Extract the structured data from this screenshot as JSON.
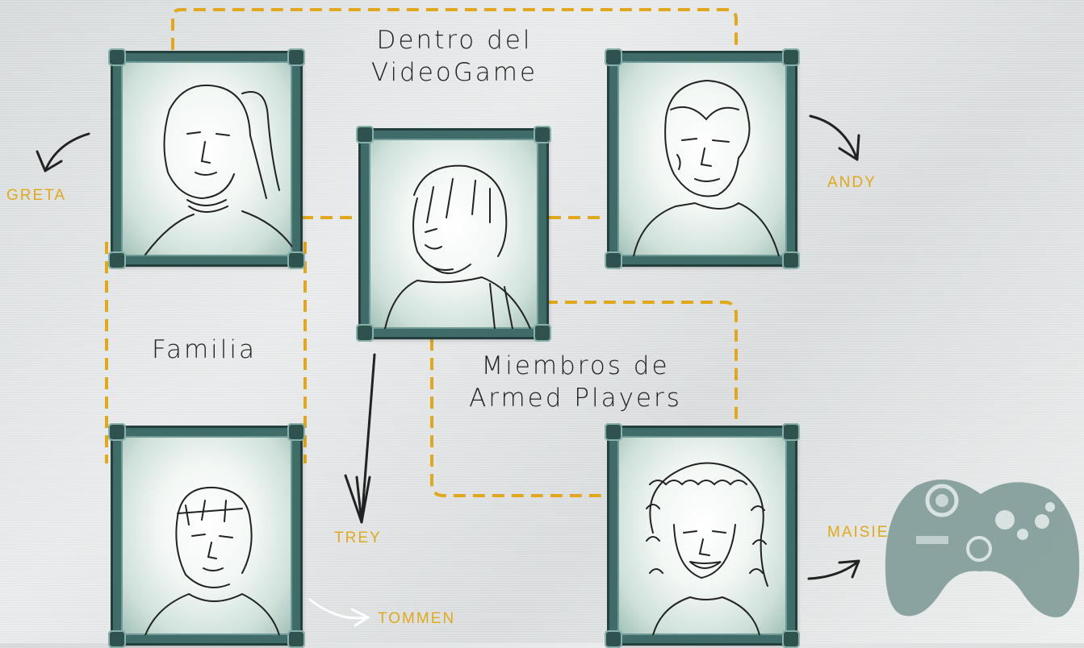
{
  "groups": {
    "videogame": [
      "Dentro del",
      "VideoGame"
    ],
    "familia": "Familia",
    "armed_players": [
      "Miembros de",
      "Armed Players"
    ]
  },
  "characters": {
    "greta": "GRETA",
    "andy": "ANDY",
    "trey": "TREY",
    "tommen": "TOMMEN",
    "maisie": "MAISIE"
  },
  "colors": {
    "accent": "#e0a81a",
    "frame": "#3f6c68",
    "frame_dark": "#24403d",
    "controller": "#7f9b98"
  },
  "icons": [
    "controller-icon"
  ]
}
